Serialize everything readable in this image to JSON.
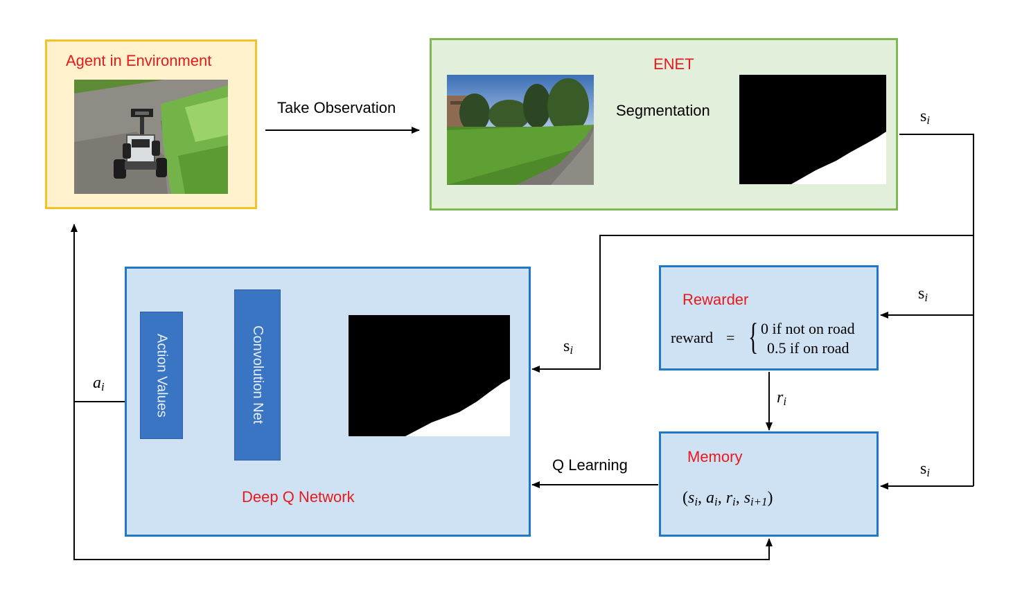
{
  "agent": {
    "title": "Agent in Environment",
    "photo_icon": "robot-car-photo"
  },
  "enet": {
    "title": "ENET",
    "photo_icon": "campus-road-photo",
    "mask_icon": "segmentation-mask"
  },
  "arrows": {
    "take_observation": "Take  Observation",
    "segmentation": "Segmentation",
    "q_learning": "Q Learning"
  },
  "symbols": {
    "s": "s",
    "i": "i",
    "a": "a",
    "r": "r"
  },
  "dqn": {
    "title": "Deep Q Network",
    "action_values": "Action Values",
    "convolution_net": "Convolution Net"
  },
  "rewarder": {
    "title": "Rewarder",
    "lhs": "reward",
    "eq": "=",
    "brace": "{",
    "case1": "0 if not on road",
    "case2": "0.5 if on road"
  },
  "memory": {
    "title": "Memory",
    "tuple_open": "(",
    "tuple_close": ")",
    "comma": ",",
    "i_plus_1": "i+1"
  },
  "colors": {
    "title_red": "#e8191d",
    "agent_fill": "#fff2cc",
    "agent_border": "#f3c128",
    "enet_fill": "#e2efda",
    "enet_border": "#7fb850",
    "blue_fill": "#cfe2f3",
    "blue_border": "#1f77c8",
    "bar_fill": "#3a75c4"
  }
}
